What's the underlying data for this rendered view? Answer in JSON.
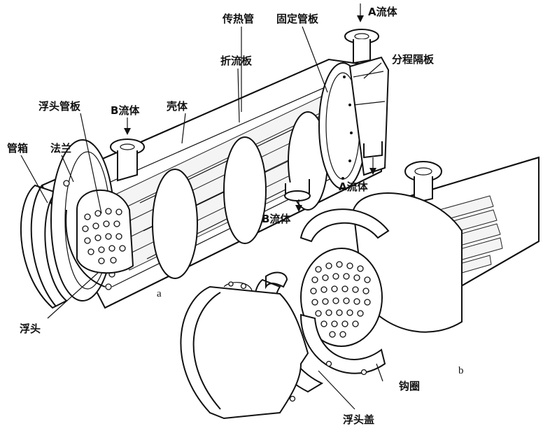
{
  "labels": {
    "heat_transfer_tube": "传热管",
    "fixed_tube_sheet": "固定管板",
    "fluid_a_in": "A流体",
    "baffle": "折流板",
    "pass_partition": "分程隔板",
    "floating_tube_sheet": "浮头管板",
    "fluid_b_in": "B流体",
    "shell": "壳体",
    "channel": "管箱",
    "flange": "法兰",
    "fluid_a_out": "A流体",
    "fluid_b_out": "B流体",
    "floating_head": "浮头",
    "hook_ring": "钩圈",
    "floating_head_cover": "浮头盖",
    "sub_a": "a",
    "sub_b": "b"
  }
}
